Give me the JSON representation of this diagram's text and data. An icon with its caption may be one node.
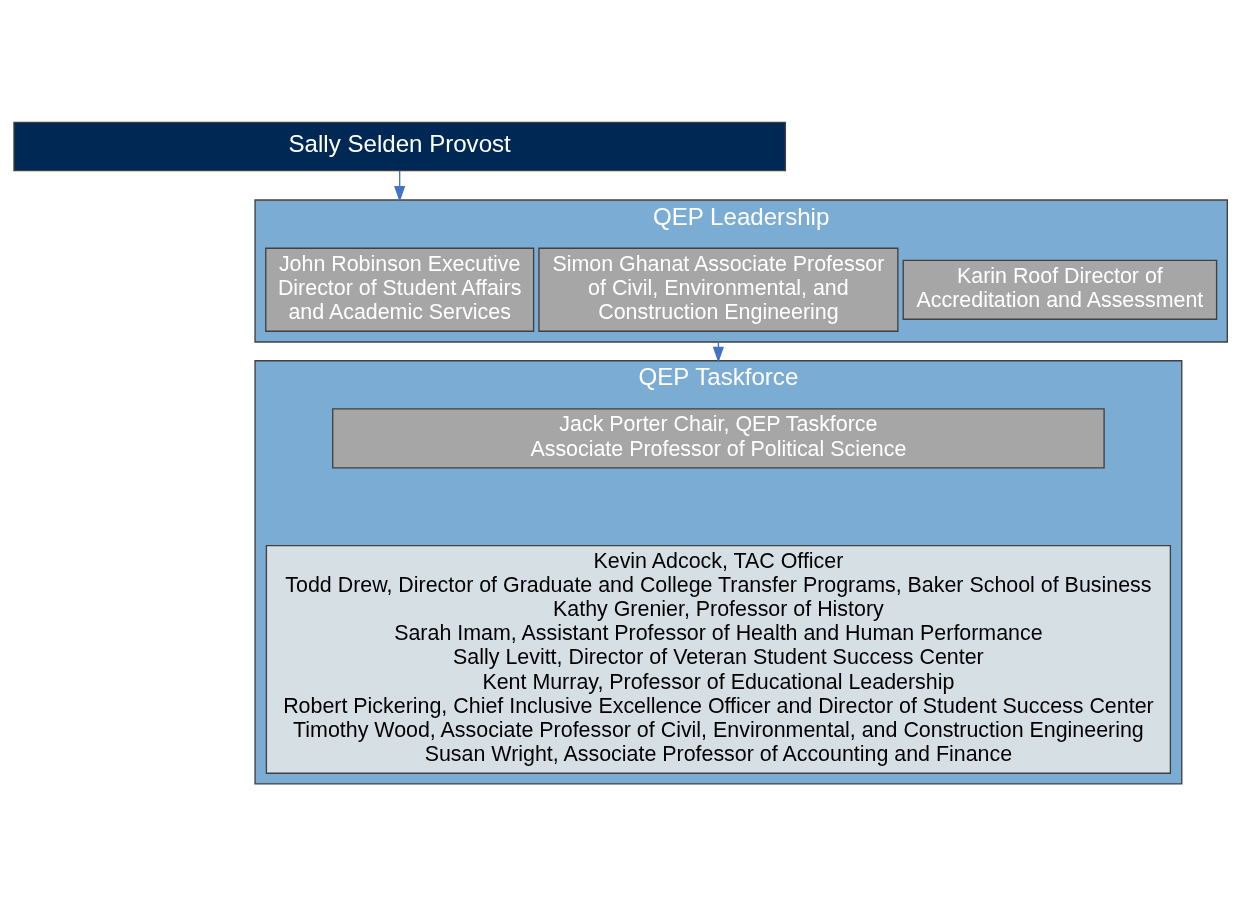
{
  "diagram": {
    "nodes": [
      {
        "text": [
          "Sally Selden Provost"
        ]
      },
      {
        "text": [
          "QEP Leadership"
        ]
      },
      {
        "text": [
          "John Robinson Executive Director of Student Affairs and Academic Services"
        ],
        "in": 1
      },
      {
        "text": [
          "Simon Ghanat Associate Professor of Civil, Environmental, and Construction Engineering"
        ],
        "in": 1
      },
      {
        "text": [
          "Karin Roof Director of Accreditation and Assessment"
        ],
        "in": 1
      },
      {
        "text": [
          "QEP Taskforce"
        ]
      },
      {
        "text": [
          "Jack Porter Chair, QEP Taskforce Associate Professor of Political Science"
        ],
        "in": 5
      },
      {
        "text": [
          "Kevin Adcock, TAC Officer",
          "Todd Drew, Director of Graduate and College Transfer Programs, Baker School of Business",
          "Kathy Grenier, Professor of History",
          "Sarah Imam, Assistant Professor of Health and Human Performance",
          "Sally Levitt, Director of Veteran Student Success Center",
          "Kent Murray, Professor of Educational Leadership",
          "Robert Pickering, Chief Inclusive Excellence Officer and Director of Student Success Center",
          "Timothy Wood, Associate Professor of Civil, Environmental, and Construction Engineering",
          "Susan Wright, Associate Professor of Accounting and Finance"
        ],
        "in": 5
      }
    ],
    "edges": [
      {
        "from": 0,
        "to": 1,
        "arrow": "to"
      },
      {
        "from": 1,
        "to": 5,
        "arrow": "to"
      }
    ]
  }
}
